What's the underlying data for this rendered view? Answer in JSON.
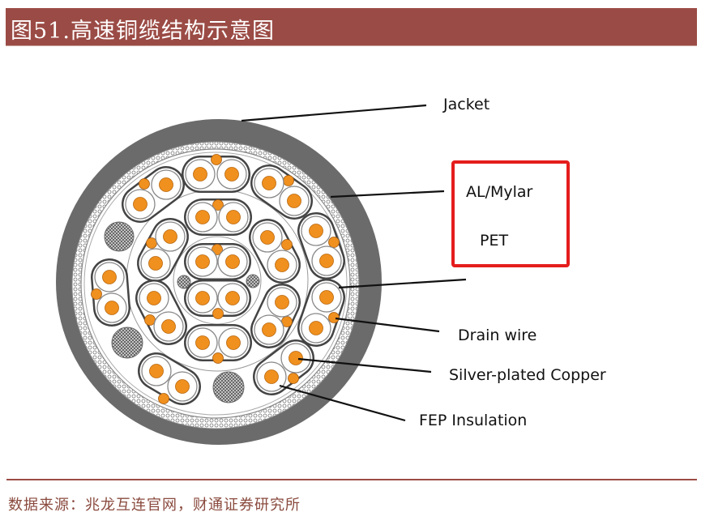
{
  "header": {
    "title": "图51.高速铜缆结构示意图"
  },
  "diagram": {
    "labels": {
      "jacket": "Jacket",
      "al_mylar": "AL/Mylar",
      "pet": "PET",
      "drain_wire": "Drain wire",
      "silver_plated_copper": "Silver-plated Copper",
      "fep_insulation": "FEP Insulation"
    },
    "colors": {
      "jacket": "#6b6b6b",
      "conductor": "#f0901e",
      "highlight_box": "#e51d1d",
      "header": "#9b4b45"
    }
  },
  "footer": {
    "source": "数据来源：兆龙互连官网，财通证券研究所"
  }
}
